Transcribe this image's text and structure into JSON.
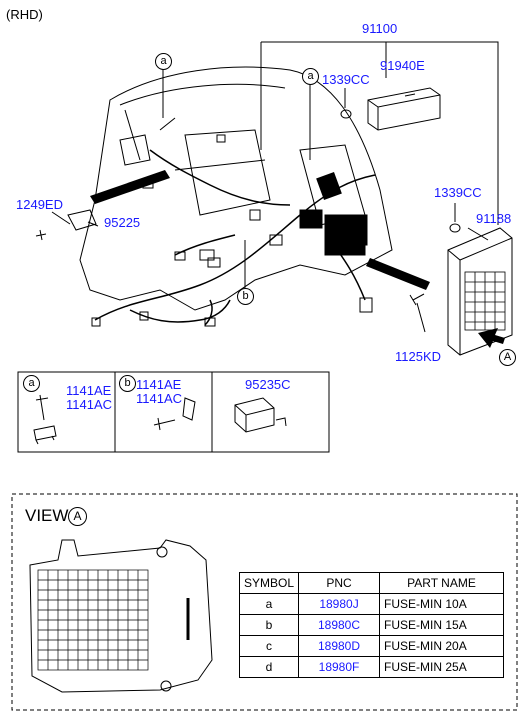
{
  "header": {
    "drive": "(RHD)"
  },
  "parts": {
    "p91100": "91100",
    "p91940E": "91940E",
    "p1339CC_top": "1339CC",
    "p1339CC_right": "1339CC",
    "p91188": "91188",
    "p1249ED": "1249ED",
    "p95225": "95225",
    "p1125KD": "1125KD",
    "p1141AE_a": "1141AE",
    "p1141AC_a": "1141AC",
    "p1141AE_b": "1141AE",
    "p1141AC_b": "1141AC",
    "p95235C": "95235C"
  },
  "callouts": {
    "a_top": "a",
    "a_mid": "a",
    "b_mid": "b",
    "A_arrow": "A",
    "a_box": "a",
    "b_box": "b"
  },
  "view": {
    "label": "VIEW",
    "ref": "A"
  },
  "symbol_table": {
    "headers": [
      "SYMBOL",
      "PNC",
      "PART NAME"
    ],
    "rows": [
      {
        "symbol": "a",
        "pnc": "18980J",
        "name": "FUSE-MIN 10A"
      },
      {
        "symbol": "b",
        "pnc": "18980C",
        "name": "FUSE-MIN 15A"
      },
      {
        "symbol": "c",
        "pnc": "18980D",
        "name": "FUSE-MIN 20A"
      },
      {
        "symbol": "d",
        "pnc": "18980F",
        "name": "FUSE-MIN 25A"
      }
    ]
  },
  "colors": {
    "part_number": "#1a1aff",
    "line": "#000000"
  }
}
